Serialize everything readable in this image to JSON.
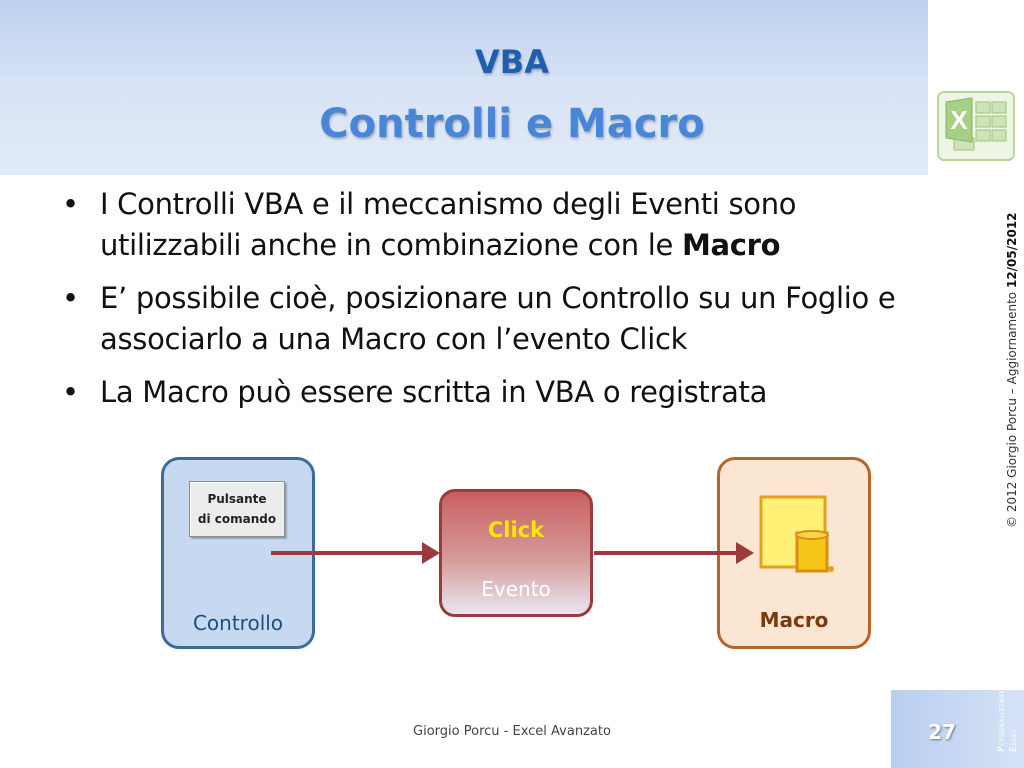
{
  "slide": {
    "title": "VBA",
    "subtitle": "Controlli e Macro"
  },
  "bullets": [
    {
      "text": "I Controlli VBA e il meccanismo degli Eventi sono utilizzabili anche in combinazione con le ",
      "bold": "Macro"
    },
    {
      "text": "E’ possibile cioè, posizionare un Controllo su un Foglio e associarlo a una Macro con l’evento Click",
      "bold": ""
    },
    {
      "text": "La Macro può essere scritta in VBA o registrata",
      "bold": ""
    }
  ],
  "bullet_symbol": "•",
  "copyright": {
    "text": "© 2012 Giorgio Porcu – Aggiornamento ",
    "date": "12/05/2012"
  },
  "diagram": {
    "button_line1": "Pulsante",
    "button_line2": "di comando",
    "controllo_label": "Controllo",
    "click_label": "Click",
    "evento_label": "Evento",
    "macro_label": "Macro"
  },
  "footer": {
    "center_text": "Giorgio Porcu - Excel Avanzato",
    "page_number": "27",
    "side_line1": "Personalizzare",
    "side_line2": "Excel"
  },
  "icons": {
    "logo": "excel-logo-icon",
    "macro": "macro-scroll-icon"
  },
  "colors": {
    "title": "#1f5fae",
    "subtitle": "#4a86d8",
    "arrow": "#9b3b3b",
    "click": "#ffe800"
  }
}
